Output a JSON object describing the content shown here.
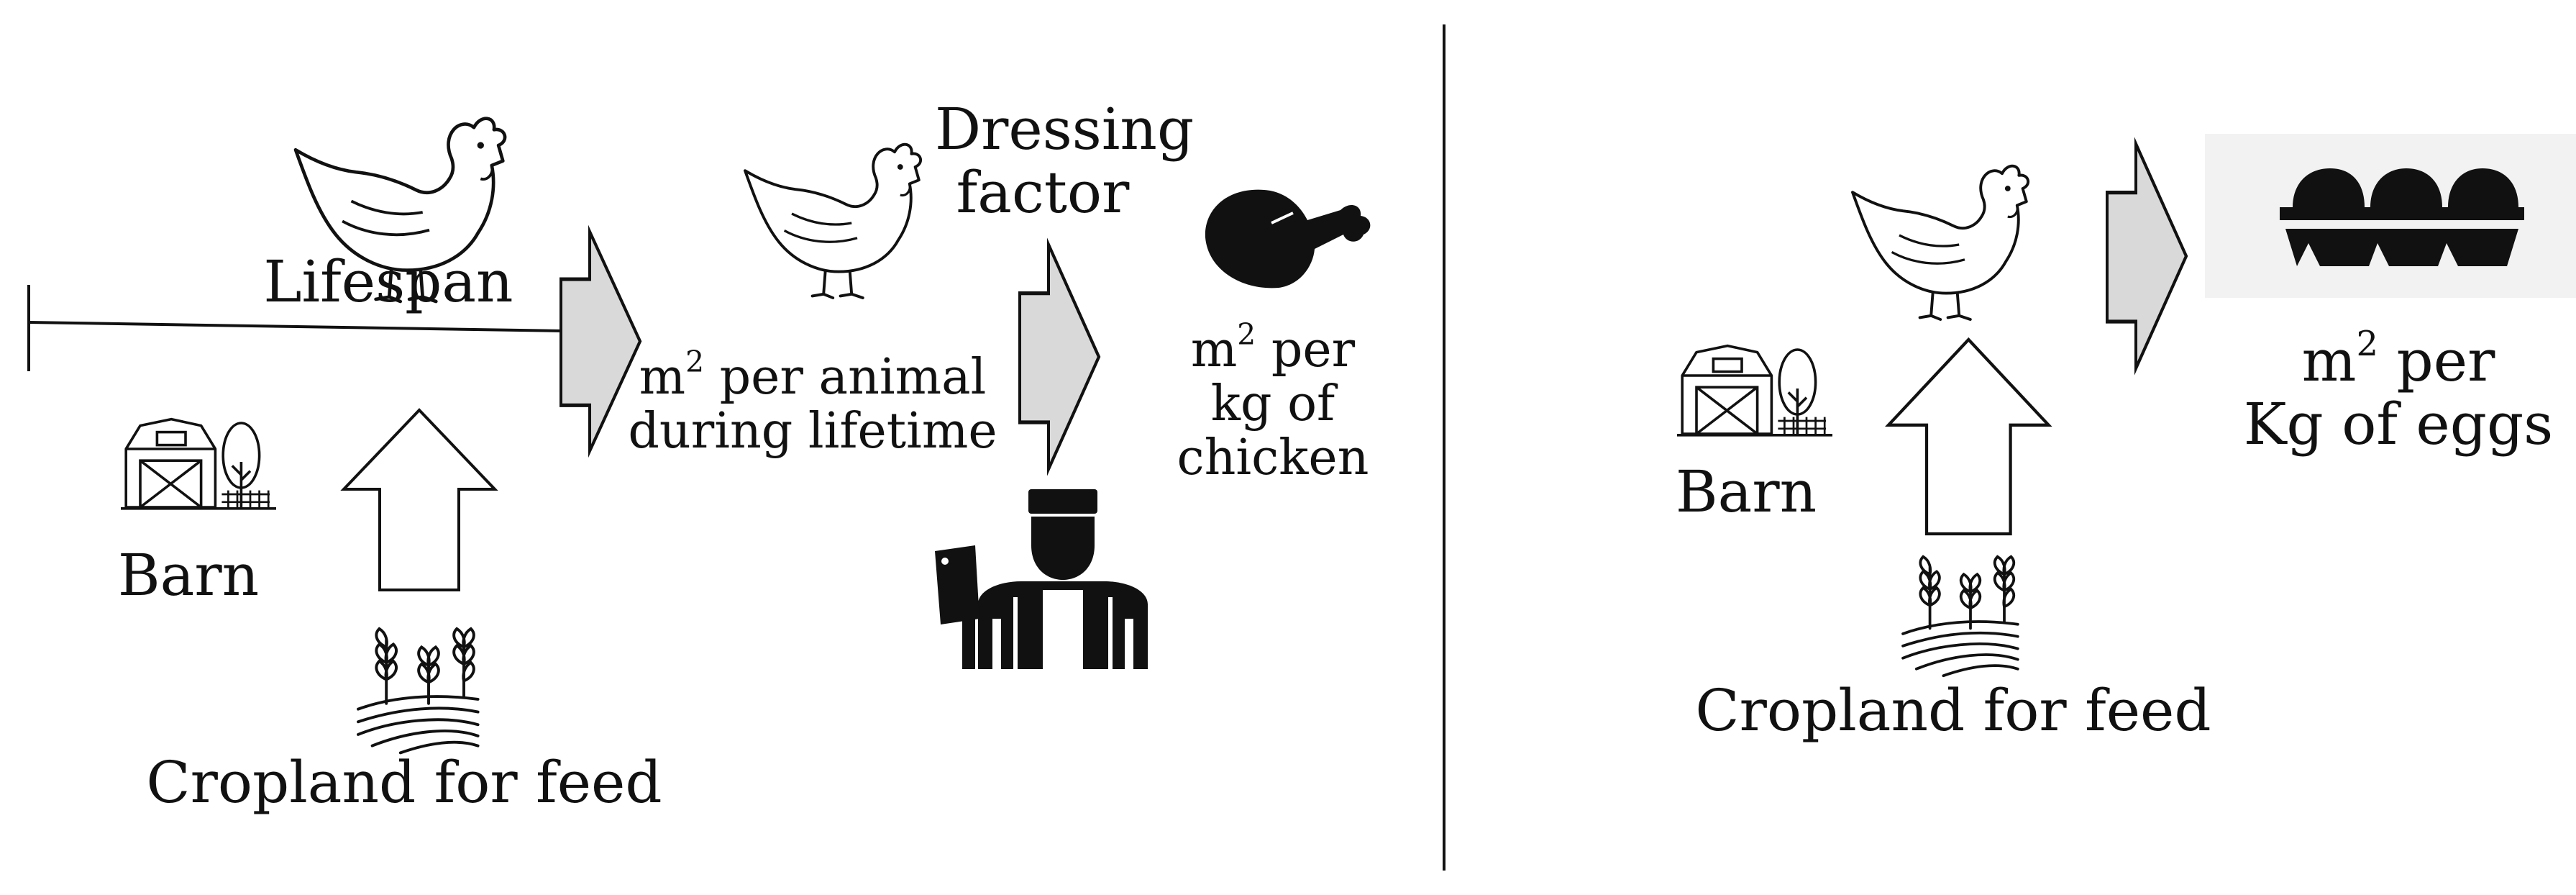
{
  "left_panel": {
    "lifespan": "Lifespan",
    "barn": "Barn",
    "cropland": "Cropland for feed",
    "dressing_line1": "Dressing",
    "dressing_line2": "factor",
    "per_animal_line1_unit": "m",
    "per_animal_line1_rest": " per animal",
    "per_animal_line2": "during lifetime",
    "per_kg_line1_unit": "m",
    "per_kg_line1_rest": " per",
    "per_kg_line2": "kg of chicken"
  },
  "right_panel": {
    "barn": "Barn",
    "cropland": "Cropland for feed",
    "per_kg_line1_unit": "m",
    "per_kg_line1_rest": " per",
    "per_kg_line2": "Kg of eggs"
  },
  "superscript": "2",
  "icons": {
    "chicken": "chicken-icon",
    "barn": "barn-icon",
    "cropland": "cropland-icon",
    "butcher": "butcher-icon",
    "roast_chicken": "roast-chicken-icon",
    "egg_carton": "egg-carton-icon"
  },
  "colors": {
    "arrow_fill": "#d9d9d9",
    "outline": "#111111",
    "egg_background": "#f2f2f2"
  }
}
